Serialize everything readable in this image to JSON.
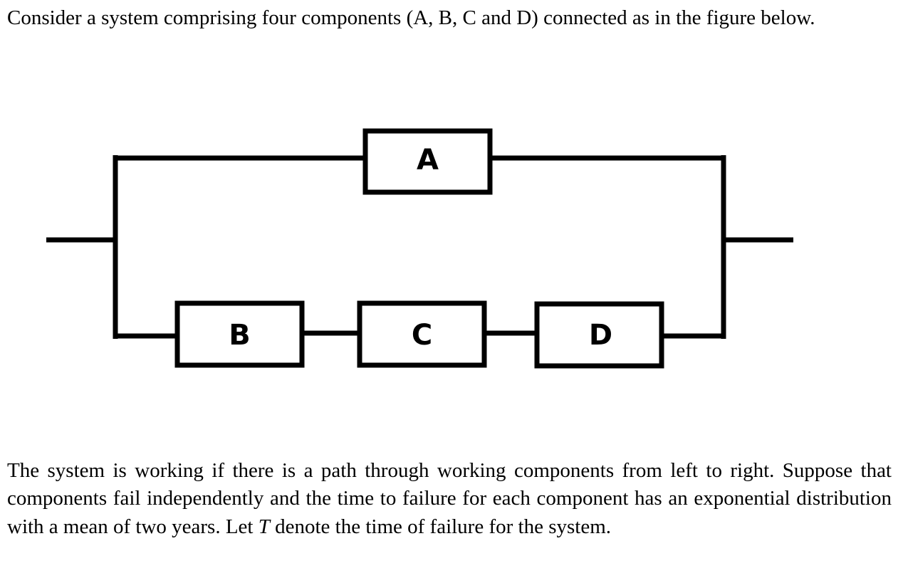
{
  "intro": {
    "text": "Consider a system comprising four components (A, B, C and D) connected as in the figure below."
  },
  "diagram": {
    "components": [
      {
        "id": "A",
        "label": "A"
      },
      {
        "id": "B",
        "label": "B"
      },
      {
        "id": "C",
        "label": "C"
      },
      {
        "id": "D",
        "label": "D"
      }
    ]
  },
  "body": {
    "text_before_var": "The system is working if there is a path through working components from left to right. Suppose that components fail independently and the time to failure for each component has an exponential distribution with a mean of two years. Let ",
    "variable": "T",
    "text_after_var": " denote the time of failure for the system."
  }
}
